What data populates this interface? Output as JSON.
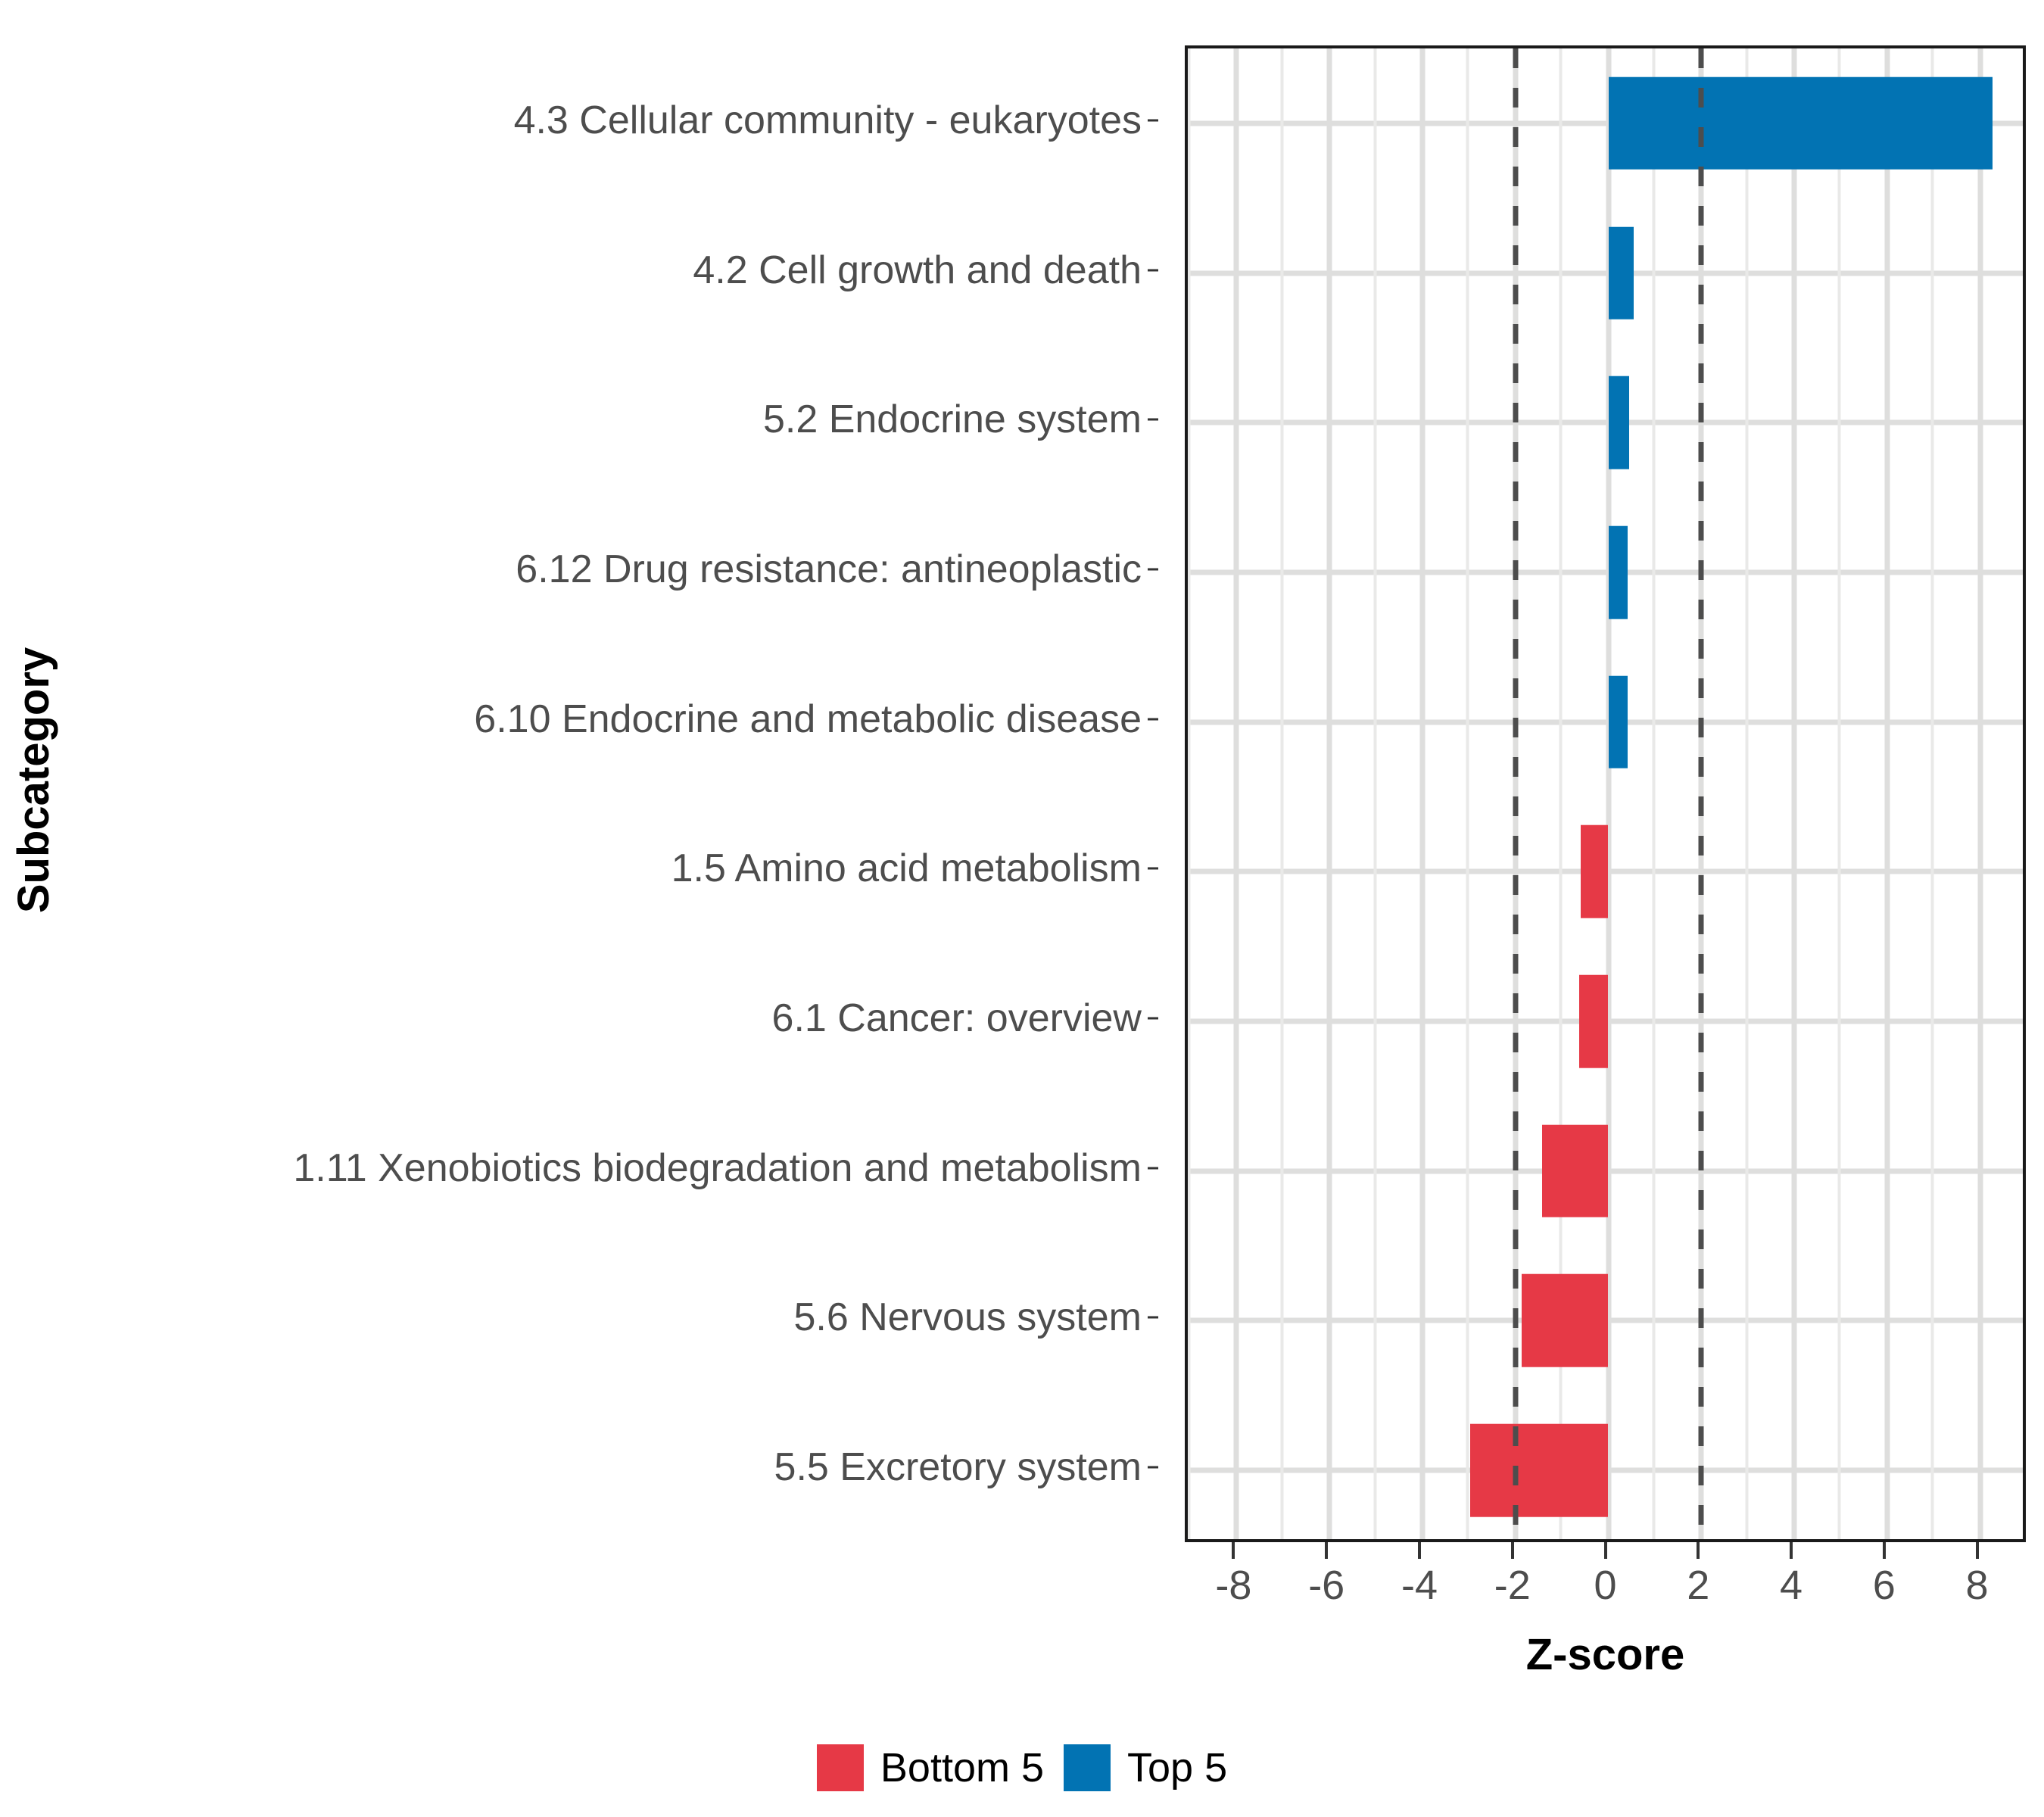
{
  "chart_data": {
    "type": "bar",
    "orientation": "horizontal",
    "title": "",
    "xlabel": "Z-score",
    "ylabel": "Subcategory",
    "xlim": [
      -9.05,
      9.05
    ],
    "xticks": [
      -8,
      -6,
      -4,
      -2,
      0,
      2,
      4,
      6,
      8
    ],
    "xticklabels": [
      "-8",
      "-6",
      "-4",
      "-2",
      "0",
      "2",
      "4",
      "6",
      "8"
    ],
    "grid": true,
    "reference_lines": [
      -2,
      2
    ],
    "reference_line_style": "dashed",
    "categories": [
      "4.3 Cellular community - eukaryotes",
      "4.2 Cell growth and death",
      "5.2 Endocrine system",
      "6.12 Drug resistance: antineoplastic",
      "6.10 Endocrine and metabolic disease",
      "1.5 Amino acid metabolism",
      "6.1 Cancer: overview",
      "1.11 Xenobiotics biodegradation and metabolism",
      "5.6 Nervous system",
      "5.5 Excretory system"
    ],
    "values": [
      8.26,
      0.54,
      0.44,
      0.42,
      0.42,
      -0.6,
      -0.62,
      -1.43,
      -1.87,
      -2.97
    ],
    "groups": [
      "Top 5",
      "Top 5",
      "Top 5",
      "Top 5",
      "Top 5",
      "Bottom 5",
      "Bottom 5",
      "Bottom 5",
      "Bottom 5",
      "Bottom 5"
    ],
    "legend": {
      "position": "bottom",
      "entries": [
        {
          "label": "Bottom 5",
          "color": "#e63946"
        },
        {
          "label": "Top 5",
          "color": "#0273b3"
        }
      ]
    },
    "colors": {
      "top": "#0273b3",
      "bottom": "#e63946",
      "grid": "#dededd",
      "axis": "#1a1a1a",
      "tick_label": "#4d4d4d",
      "reference_line": "#4d4d4d"
    }
  }
}
